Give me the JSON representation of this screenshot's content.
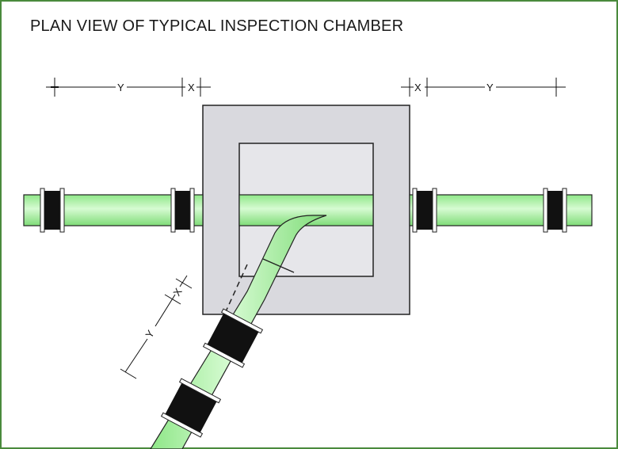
{
  "title": "PLAN VIEW OF TYPICAL INSPECTION CHAMBER",
  "dimension_labels": {
    "left_y": "Y",
    "left_x": "X",
    "right_x": "X",
    "right_y": "Y",
    "branch_x": "X",
    "branch_y": "Y"
  },
  "colors": {
    "frame": "#4a8a3c",
    "pipe_green": "#a8f0a0",
    "pipe_highlight": "#d8fbd4",
    "chamber_outer": "#d9d9de",
    "chamber_inner": "#e8e8ec",
    "coupling": "#111111"
  }
}
